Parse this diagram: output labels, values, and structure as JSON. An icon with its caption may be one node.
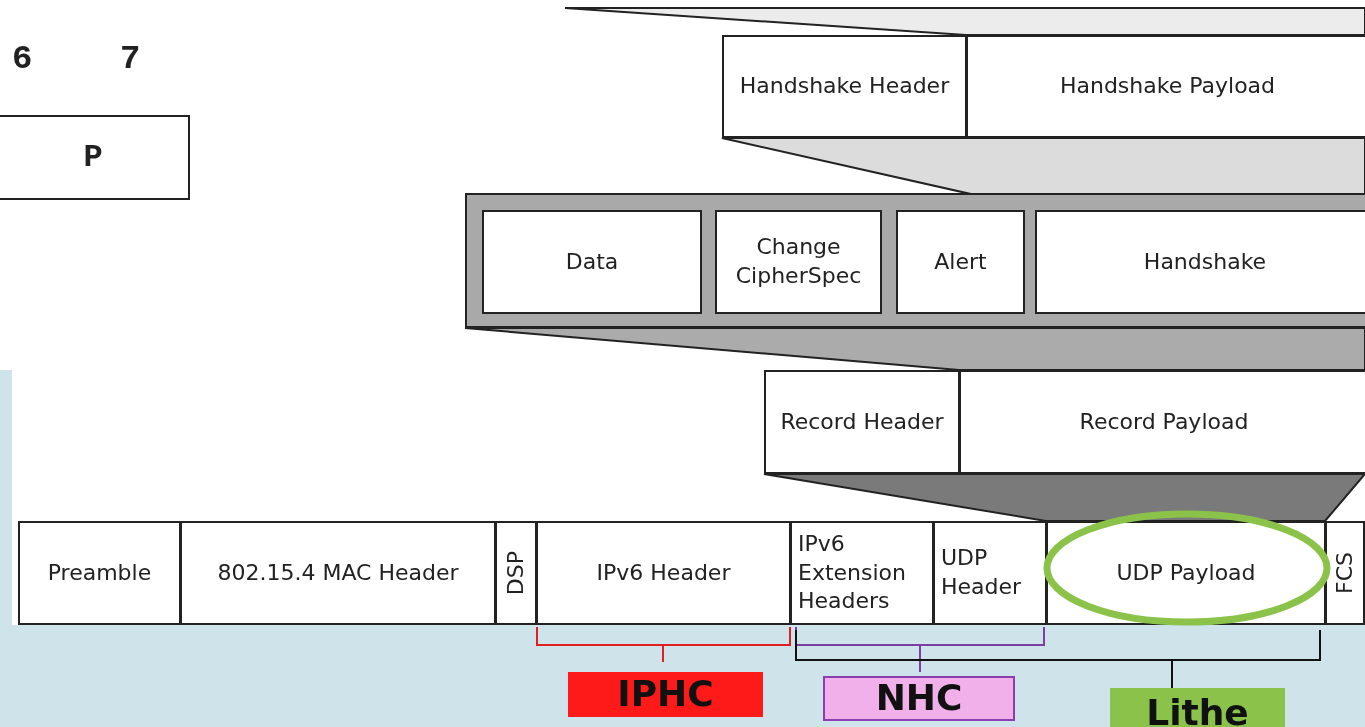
{
  "diagram": {
    "nodes": [
      {
        "text": [
          "P"
        ]
      },
      {
        "text": [
          "Handshake Header"
        ]
      },
      {
        "text": [
          "Handshake Payload"
        ]
      },
      {
        "text": [],
        "shape": "box"
      },
      {
        "text": [
          "Data"
        ],
        "in": 3
      },
      {
        "text": [
          "Change CipherSpec"
        ],
        "in": 3
      },
      {
        "text": [
          "Alert"
        ],
        "in": 3
      },
      {
        "text": [
          "Handshake"
        ],
        "in": 3
      },
      {
        "text": [
          "Record Header"
        ]
      },
      {
        "text": [
          "Record Payload"
        ]
      },
      {
        "text": [
          "Preamble"
        ]
      },
      {
        "text": [
          "802.15.4 MAC Header"
        ]
      },
      {
        "text": [
          "DSP"
        ]
      },
      {
        "text": [
          "IPv6 Header"
        ]
      },
      {
        "text": [
          "IPv6 Extension Headers"
        ]
      },
      {
        "text": [
          "UDP Header"
        ]
      },
      {
        "text": [
          "UDP Payload"
        ]
      },
      {
        "text": [
          "FCS"
        ]
      },
      {
        "text": [
          "IPHC"
        ]
      },
      {
        "text": [
          "NHC"
        ]
      },
      {
        "text": [
          "Lithe"
        ]
      }
    ],
    "labels": [
      "6",
      "7"
    ]
  }
}
